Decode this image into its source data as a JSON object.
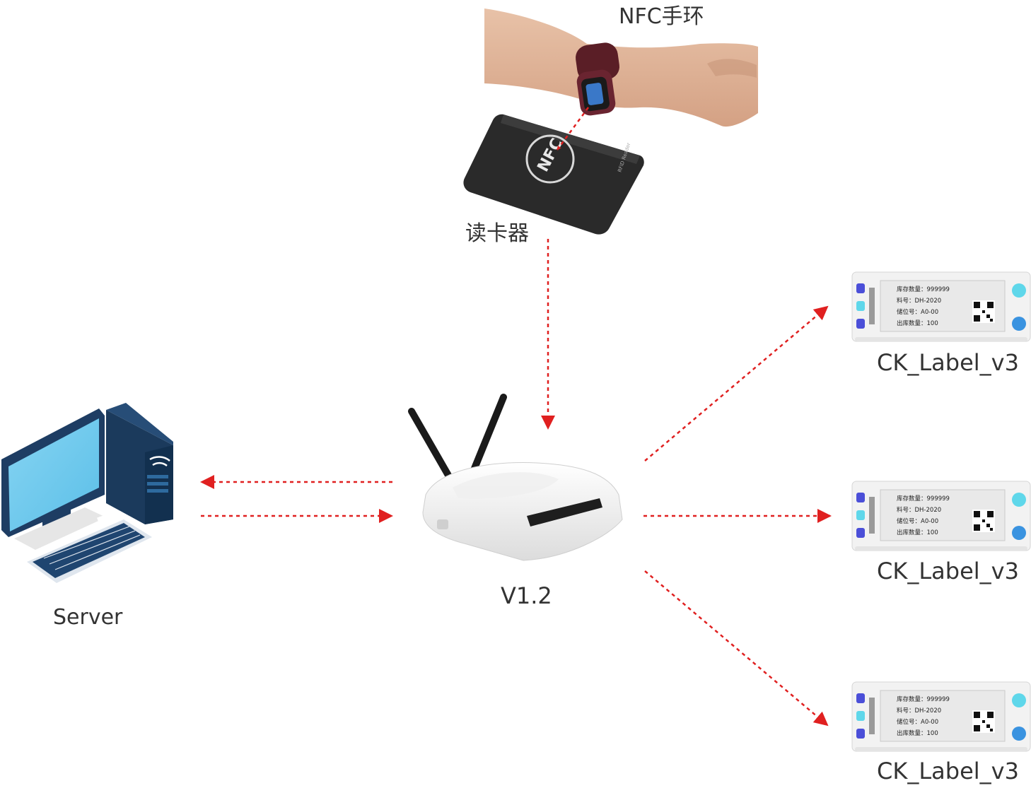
{
  "labels": {
    "band": "NFC手环",
    "reader": "读卡器",
    "gateway": "V1.2",
    "server": "Server"
  },
  "reader_print": {
    "logo": "NFC",
    "side_text": "RFID Reader"
  },
  "tags": [
    {
      "name": "CK_Label_v3",
      "lines": [
        "库存数量：999999",
        "料号：DH-2020",
        "储位号：A0-00",
        "出库数量：100"
      ]
    },
    {
      "name": "CK_Label_v3",
      "lines": [
        "库存数量：999999",
        "料号：DH-2020",
        "储位号：A0-00",
        "出库数量：100"
      ]
    },
    {
      "name": "CK_Label_v3",
      "lines": [
        "库存数量：999999",
        "料号：DH-2020",
        "储位号：A0-00",
        "出库数量：100"
      ]
    }
  ],
  "colors": {
    "arrow": "#e02020",
    "label": "#333333"
  }
}
